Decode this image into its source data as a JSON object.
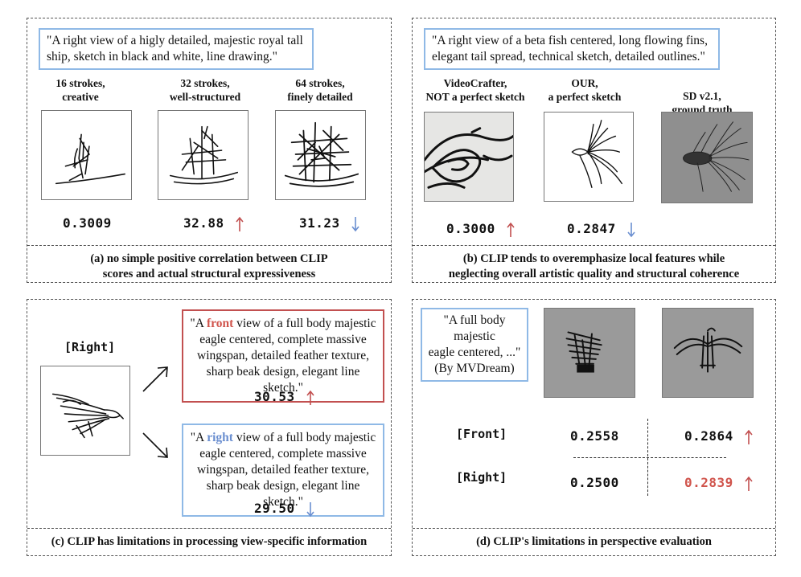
{
  "panel_a": {
    "prompt": "\"A right view of a higly detailed, majestic royal tall ship, sketch in black and white, line drawing.\"",
    "columns": [
      {
        "header_line1": "16 strokes,",
        "header_line2": "creative",
        "score": "0.3009",
        "trend": "none"
      },
      {
        "header_line1": "32 strokes,",
        "header_line2": "well-structured",
        "score": "32.88",
        "trend": "up"
      },
      {
        "header_line1": "64 strokes,",
        "header_line2": "finely detailed",
        "score": "31.23",
        "trend": "down"
      }
    ],
    "caption_line1": "(a) no simple positive correlation between CLIP",
    "caption_line2": "scores and actual structural expressiveness"
  },
  "panel_b": {
    "prompt": "\"A right view of a beta fish centered, long flowing fins, elegant tail spread, technical sketch, detailed outlines.\"",
    "columns": [
      {
        "header_line1": "VideoCrafter,",
        "header_line2": "NOT a perfect sketch",
        "score": "0.3000",
        "trend": "up"
      },
      {
        "header_line1": "OUR,",
        "header_line2": "a perfect sketch",
        "score": "0.2847",
        "trend": "down"
      },
      {
        "header_line1": "SD v2.1,",
        "header_line2": "ground truth"
      }
    ],
    "caption_line1": "(b) CLIP tends to overemphasize local features while",
    "caption_line2": "neglecting overall artistic quality and structural coherence"
  },
  "panel_c": {
    "label": "[Right]",
    "prompt_front_pre": "\"A ",
    "prompt_front_word": "front",
    "prompt_front_post": " view of a full body majestic eagle centered, complete massive wingspan, detailed feather texture, sharp beak design, elegant line sketch.\"",
    "score_front": "30.53",
    "prompt_right_pre": "\"A ",
    "prompt_right_word": "right",
    "prompt_right_post": " view of a full body majestic eagle centered, complete massive wingspan, detailed feather texture, sharp beak design, elegant line sketch.\"",
    "score_right": "29.50",
    "caption": "(c) CLIP has limitations in processing view-specific information"
  },
  "panel_d": {
    "prompt_line1": "\"A full body majestic",
    "prompt_line2": "eagle centered, ...\"",
    "prompt_line3": "(By MVDream)",
    "row_front_label": "[Front]",
    "row_right_label": "[Right]",
    "front_left": "0.2558",
    "front_right": "0.2864",
    "right_left": "0.2500",
    "right_right": "0.2839",
    "caption": "(d) CLIP's limitations in perspective evaluation"
  },
  "colors": {
    "up": "#c25050",
    "down": "#6b8fd0",
    "prompt_border": "#8fb9e6",
    "highlight": "#d0544c"
  }
}
